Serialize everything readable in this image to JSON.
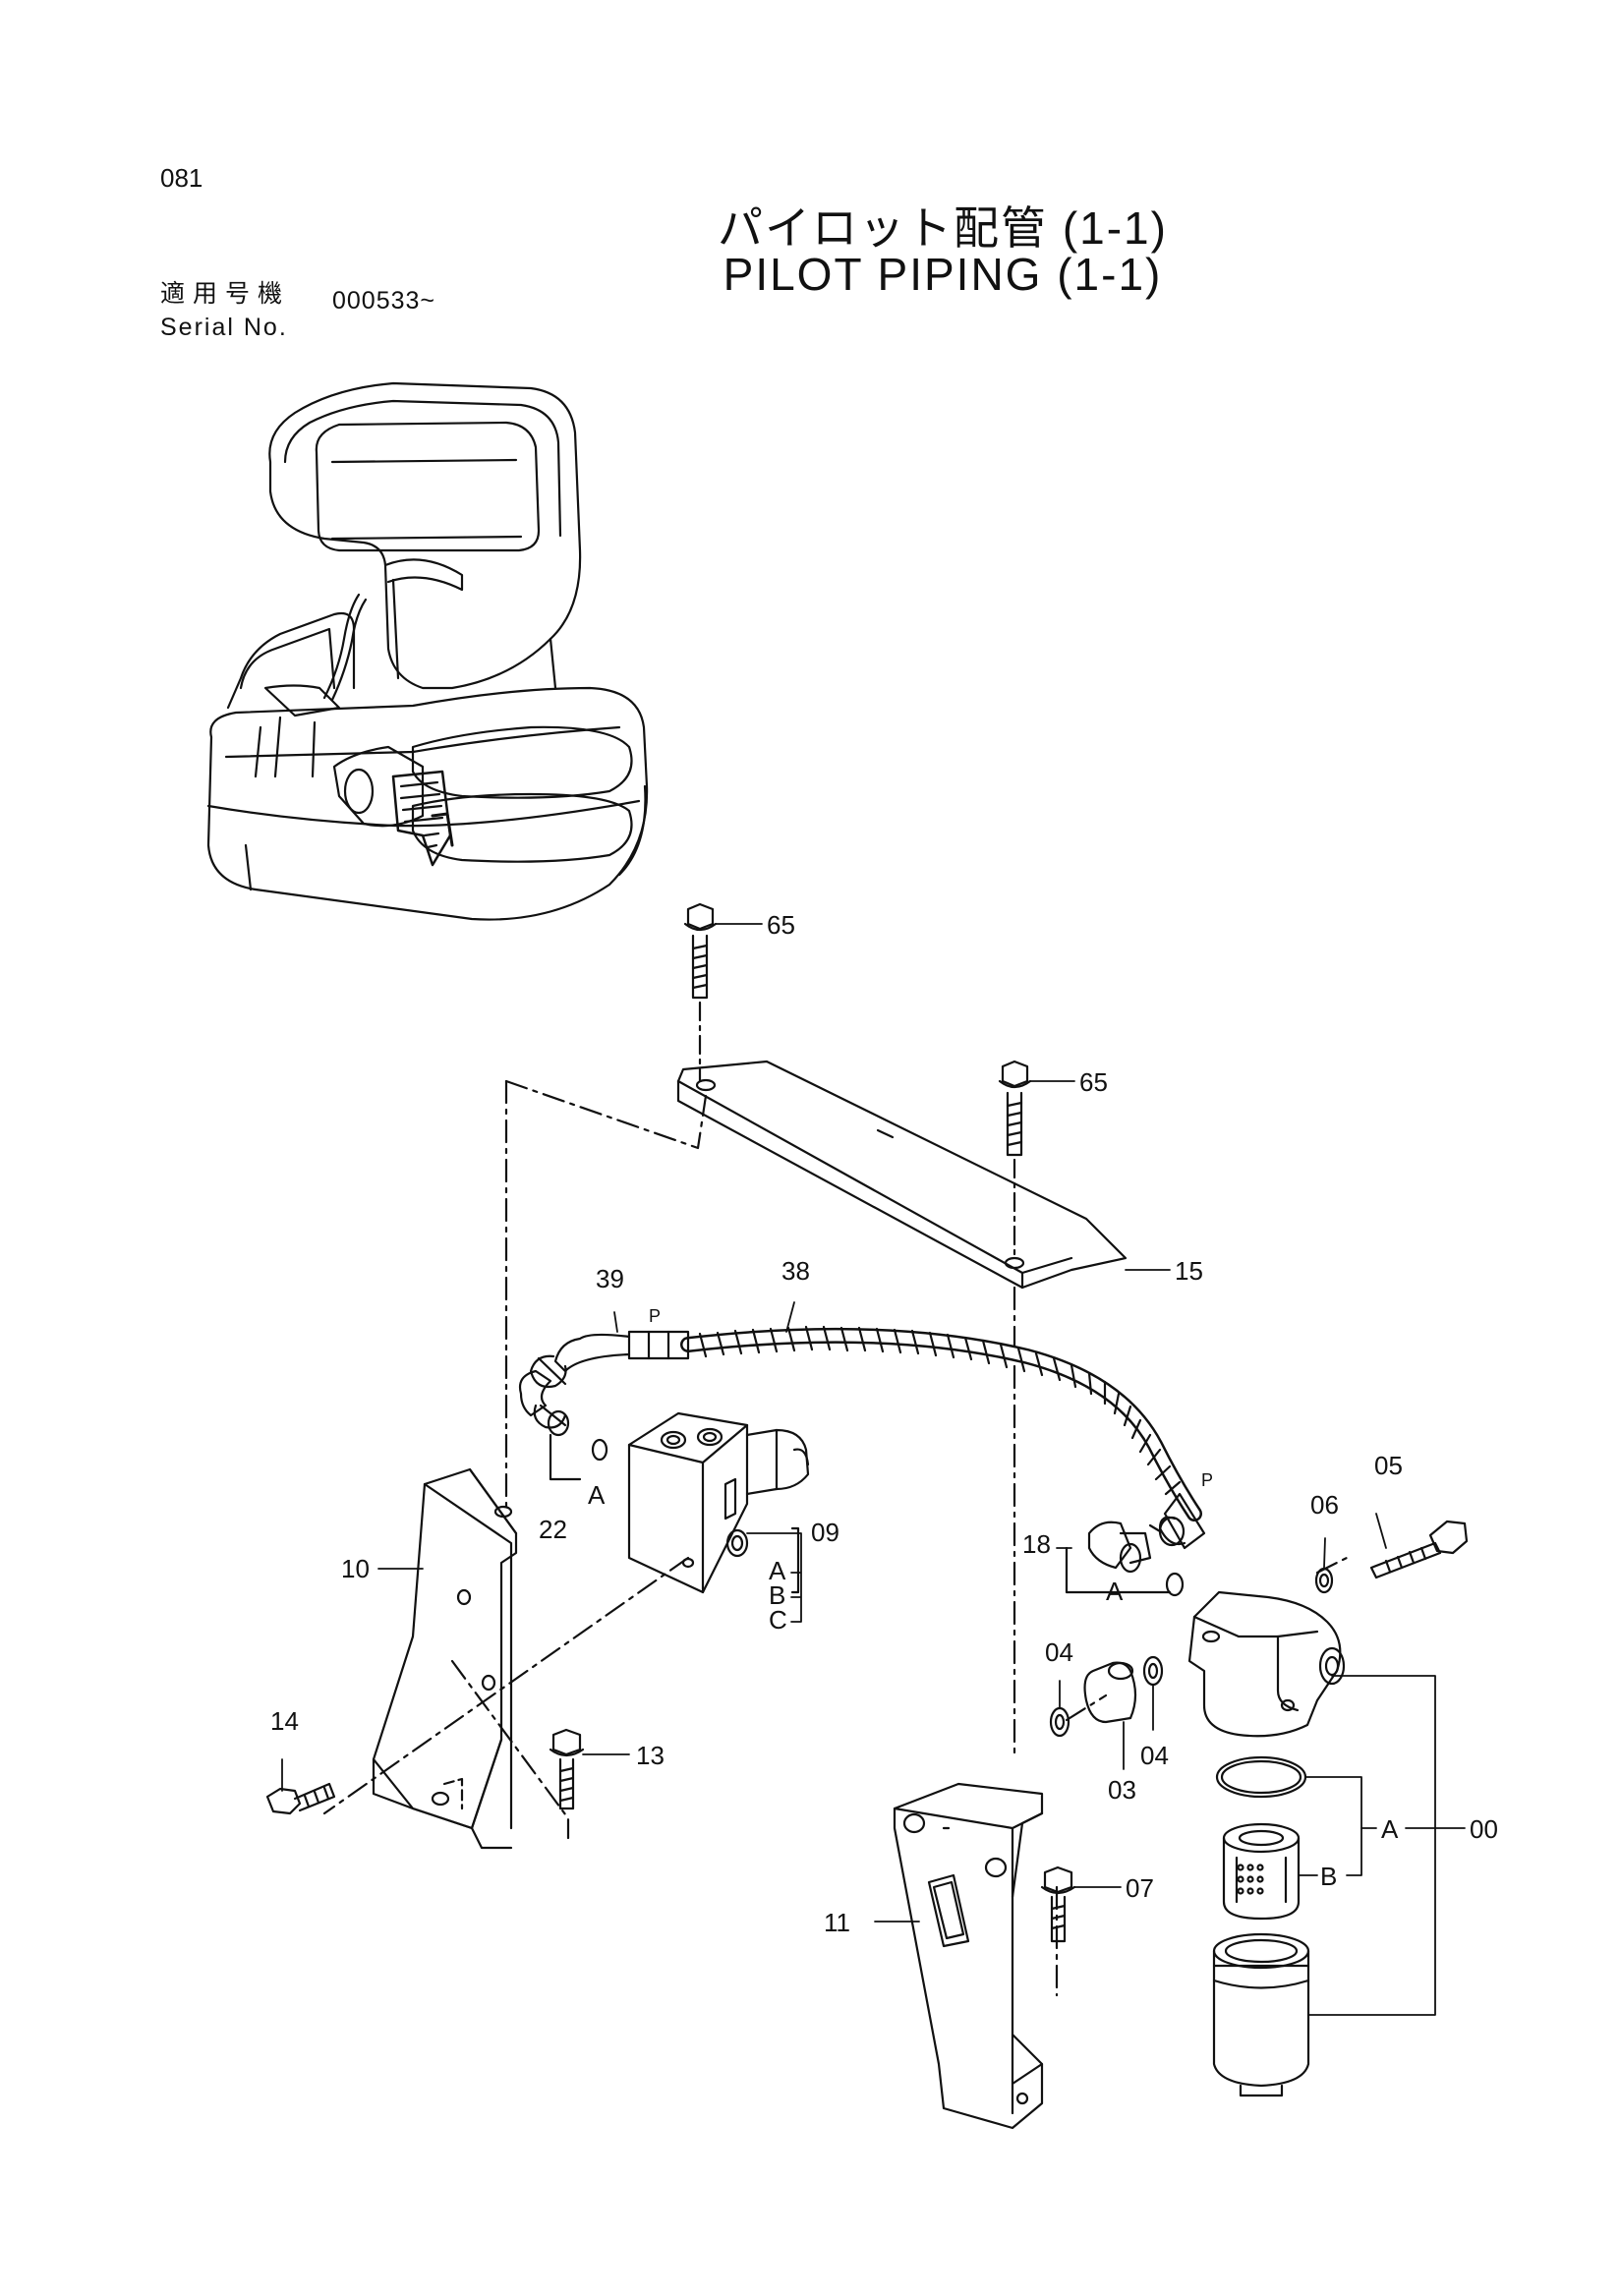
{
  "page_number": "081",
  "title_jp": "パイロット配管 (1-1)",
  "title_en": "PILOT PIPING (1-1)",
  "serial_label_jp": "適用号機",
  "serial_label_en": "Serial No.",
  "serial_value": "000533~",
  "callouts": {
    "c65a": "65",
    "c65b": "65",
    "c15": "15",
    "c39": "39",
    "c38": "38",
    "c_p1": "P",
    "c_p2": "P",
    "c22": "22",
    "c09": "09",
    "c10": "10",
    "c14": "14",
    "c13": "13",
    "c18": "18",
    "c04a": "04",
    "c04b": "04",
    "c03": "03",
    "c06": "06",
    "c05": "05",
    "c00": "00",
    "c11": "11",
    "c07": "07",
    "A1": "A",
    "A2": "A",
    "A3": "A",
    "A4": "A",
    "B1": "B",
    "B2": "B",
    "C1": "C"
  }
}
